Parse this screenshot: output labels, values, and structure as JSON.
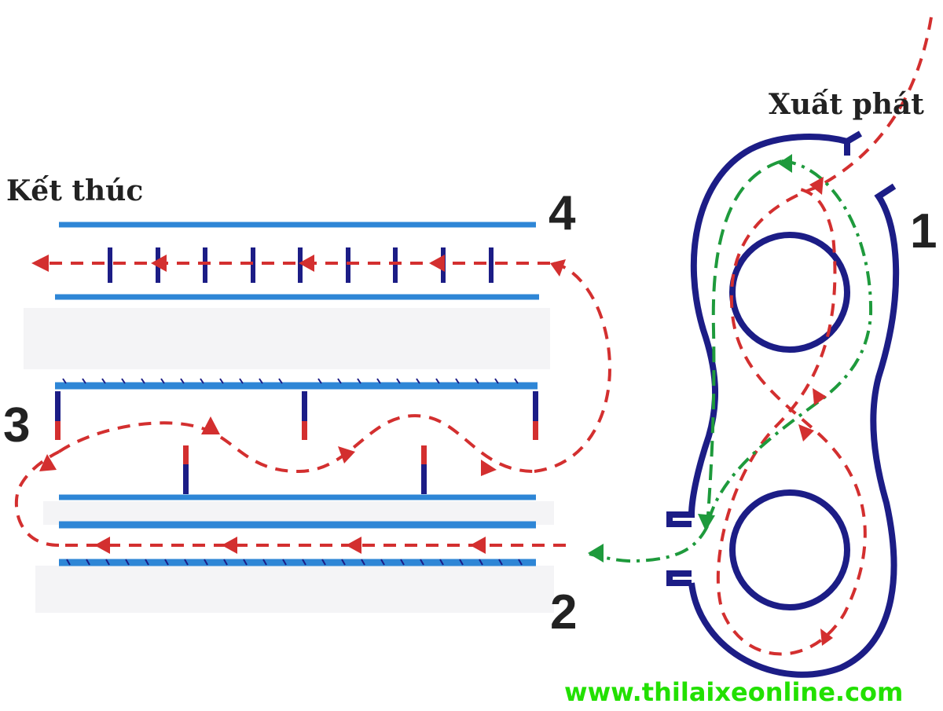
{
  "labels": {
    "start": "Xuất phát",
    "finish": "Kết thúc",
    "n1": "1",
    "n2": "2",
    "n3": "3",
    "n4": "4"
  },
  "watermark": "www.thilaixeonline.com",
  "colors": {
    "lane": "#2e86d6",
    "figure8": "#1c1d86",
    "route": "#d32f2f",
    "alt_route": "#1e9a3c",
    "marker_blue": "#1c1d86",
    "marker_red": "#d32f2f",
    "watermark": "#22e000",
    "text": "#222222"
  },
  "icons": [
    "arrowhead-left-icon",
    "arrowhead-triangle-icon"
  ]
}
